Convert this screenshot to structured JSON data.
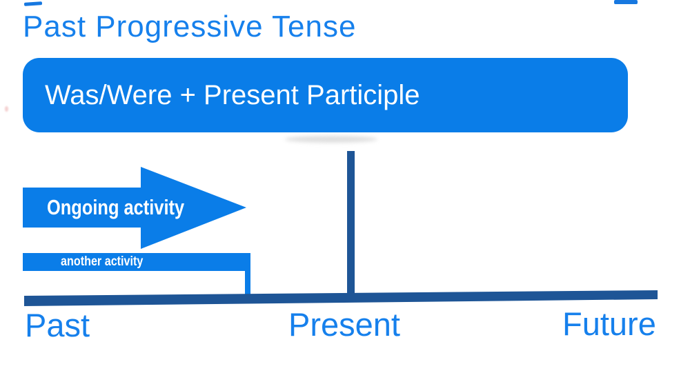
{
  "title": "Past Progressive Tense",
  "formula_banner": {
    "text": "Was/Were + Present Participle"
  },
  "diagram": {
    "ongoing_arrow": {
      "label": "Ongoing activity"
    },
    "another_activity_bar": {
      "label": "another activity"
    },
    "axis_labels": {
      "past": "Past",
      "present": "Present",
      "future": "Future"
    }
  },
  "colors": {
    "accent_blue": "#0a7de8",
    "heading_blue": "#1680ec",
    "timeline_navy": "#1e5596",
    "label_white": "#ffffff"
  }
}
